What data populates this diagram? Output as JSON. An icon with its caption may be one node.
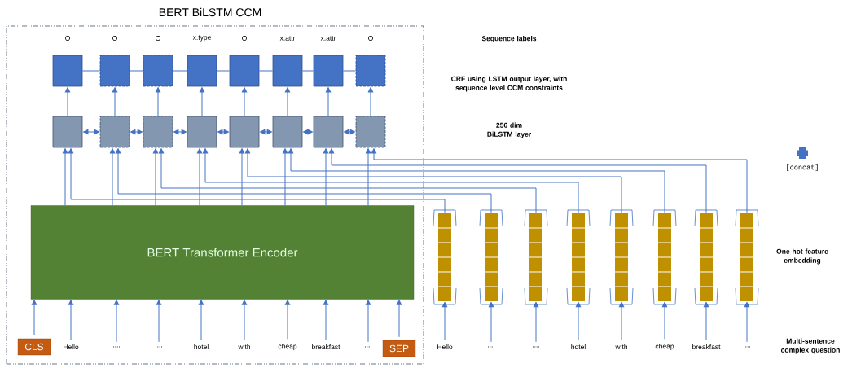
{
  "diagram": {
    "nodes": [
      {
        "text": [
          "BERT BiLSTM CCM"
        ]
      },
      {
        "text": [],
        "shape": "box",
        "in": 0,
        "beside": [
          "O"
        ]
      },
      {
        "text": [],
        "shape": "box",
        "in": 0,
        "beside": [
          "O"
        ]
      },
      {
        "text": [],
        "shape": "box",
        "in": 0,
        "beside": [
          "O"
        ]
      },
      {
        "text": [],
        "shape": "box",
        "in": 0,
        "beside": [
          "x.type"
        ]
      },
      {
        "text": [],
        "shape": "box",
        "in": 0,
        "beside": [
          "O"
        ]
      },
      {
        "text": [],
        "shape": "box",
        "in": 0,
        "beside": [
          "x.attr"
        ]
      },
      {
        "text": [],
        "shape": "box",
        "in": 0,
        "beside": [
          "x.attr"
        ]
      },
      {
        "text": [],
        "shape": "box",
        "in": 0,
        "beside": [
          "O"
        ]
      },
      {
        "text": [],
        "shape": "box",
        "in": 0
      },
      {
        "text": [],
        "shape": "box",
        "in": 0
      },
      {
        "text": [],
        "shape": "box",
        "in": 0
      },
      {
        "text": [],
        "shape": "box",
        "in": 0
      },
      {
        "text": [],
        "shape": "box",
        "in": 0
      },
      {
        "text": [],
        "shape": "box",
        "in": 0
      },
      {
        "text": [],
        "shape": "box",
        "in": 0
      },
      {
        "text": [],
        "shape": "box",
        "in": 0
      },
      {
        "text": [
          "BERT Transformer Encoder"
        ],
        "in": 0
      },
      {
        "text": [
          "CLS"
        ],
        "in": 0
      },
      {
        "text": [
          "Hello"
        ],
        "in": 0
      },
      {
        "text": [
          "...."
        ],
        "in": 0
      },
      {
        "text": [
          "...."
        ],
        "in": 0
      },
      {
        "text": [
          "hotel"
        ],
        "in": 0
      },
      {
        "text": [
          "with"
        ],
        "in": 0
      },
      {
        "text": [
          "cheap"
        ],
        "in": 0
      },
      {
        "text": [
          "breakfast"
        ],
        "in": 0
      },
      {
        "text": [
          "...."
        ],
        "in": 0
      },
      {
        "text": [
          "SEP"
        ],
        "in": 0
      },
      {
        "text": [],
        "shape": "bar"
      },
      {
        "text": [],
        "shape": "bar"
      },
      {
        "text": [],
        "shape": "bar"
      },
      {
        "text": [],
        "shape": "bar"
      },
      {
        "text": [],
        "shape": "bar"
      },
      {
        "text": [],
        "shape": "bar"
      },
      {
        "text": [],
        "shape": "bar"
      },
      {
        "text": [],
        "shape": "bar"
      },
      {
        "text": [
          "Hello"
        ]
      },
      {
        "text": [
          "...."
        ]
      },
      {
        "text": [
          "...."
        ]
      },
      {
        "text": [
          "hotel"
        ]
      },
      {
        "text": [
          "with"
        ]
      },
      {
        "text": [
          "cheap"
        ]
      },
      {
        "text": [
          "breakfast"
        ]
      },
      {
        "text": [
          "...."
        ]
      }
    ],
    "edges": [
      {
        "from": 1,
        "to": 2,
        "arrow": "none"
      },
      {
        "from": 2,
        "to": 3,
        "arrow": "none"
      },
      {
        "from": 3,
        "to": 4,
        "arrow": "none"
      },
      {
        "from": 4,
        "to": 5,
        "arrow": "none"
      },
      {
        "from": 5,
        "to": 6,
        "arrow": "none"
      },
      {
        "from": 6,
        "to": 7,
        "arrow": "none"
      },
      {
        "from": 7,
        "to": 8,
        "arrow": "none"
      },
      {
        "from": 9,
        "to": 1,
        "arrow": "to"
      },
      {
        "from": 10,
        "to": 2,
        "arrow": "to"
      },
      {
        "from": 11,
        "to": 3,
        "arrow": "to"
      },
      {
        "from": 12,
        "to": 4,
        "arrow": "to"
      },
      {
        "from": 13,
        "to": 5,
        "arrow": "to"
      },
      {
        "from": 14,
        "to": 6,
        "arrow": "to"
      },
      {
        "from": 15,
        "to": 7,
        "arrow": "to"
      },
      {
        "from": 16,
        "to": 8,
        "arrow": "to"
      },
      {
        "from": 9,
        "to": 10,
        "arrow": "both"
      },
      {
        "from": 10,
        "to": 11,
        "arrow": "both"
      },
      {
        "from": 11,
        "to": 12,
        "arrow": "both"
      },
      {
        "from": 12,
        "to": 13,
        "arrow": "both"
      },
      {
        "from": 13,
        "to": 14,
        "arrow": "both"
      },
      {
        "from": 14,
        "to": 15,
        "arrow": "both"
      },
      {
        "from": 15,
        "to": 16,
        "arrow": "both"
      },
      {
        "from": 17,
        "to": 9,
        "arrow": "to"
      },
      {
        "from": 17,
        "to": 10,
        "arrow": "to"
      },
      {
        "from": 17,
        "to": 11,
        "arrow": "to"
      },
      {
        "from": 17,
        "to": 12,
        "arrow": "to"
      },
      {
        "from": 17,
        "to": 13,
        "arrow": "to"
      },
      {
        "from": 17,
        "to": 14,
        "arrow": "to"
      },
      {
        "from": 17,
        "to": 15,
        "arrow": "to"
      },
      {
        "from": 17,
        "to": 16,
        "arrow": "to"
      },
      {
        "from": 28,
        "to": 9,
        "arrow": "to"
      },
      {
        "from": 29,
        "to": 10,
        "arrow": "to"
      },
      {
        "from": 30,
        "to": 11,
        "arrow": "to"
      },
      {
        "from": 31,
        "to": 12,
        "arrow": "to"
      },
      {
        "from": 32,
        "to": 13,
        "arrow": "to"
      },
      {
        "from": 33,
        "to": 14,
        "arrow": "to"
      },
      {
        "from": 34,
        "to": 15,
        "arrow": "to"
      },
      {
        "from": 35,
        "to": 16,
        "arrow": "to"
      },
      {
        "from": 18,
        "to": 17,
        "arrow": "to"
      },
      {
        "from": 19,
        "to": 17,
        "arrow": "to"
      },
      {
        "from": 20,
        "to": 17,
        "arrow": "to"
      },
      {
        "from": 21,
        "to": 17,
        "arrow": "to"
      },
      {
        "from": 22,
        "to": 17,
        "arrow": "to"
      },
      {
        "from": 23,
        "to": 17,
        "arrow": "to"
      },
      {
        "from": 24,
        "to": 17,
        "arrow": "to"
      },
      {
        "from": 25,
        "to": 17,
        "arrow": "to"
      },
      {
        "from": 26,
        "to": 17,
        "arrow": "to"
      },
      {
        "from": 27,
        "to": 17,
        "arrow": "to"
      },
      {
        "from": 36,
        "to": 28,
        "arrow": "to"
      },
      {
        "from": 37,
        "to": 29,
        "arrow": "to"
      },
      {
        "from": 38,
        "to": 30,
        "arrow": "to"
      },
      {
        "from": 39,
        "to": 31,
        "arrow": "to"
      },
      {
        "from": 40,
        "to": 32,
        "arrow": "to"
      },
      {
        "from": 41,
        "to": 33,
        "arrow": "to"
      },
      {
        "from": 42,
        "to": 34,
        "arrow": "to"
      },
      {
        "from": 43,
        "to": 35,
        "arrow": "to"
      }
    ],
    "labels": [
      "Sequence labels",
      "CRF using LSTM output layer, with sequence level CCM constraints",
      "256 dim BiLSTM layer",
      "[concat]",
      "One-hot feature embedding",
      "Multi-sentence complex question"
    ]
  }
}
